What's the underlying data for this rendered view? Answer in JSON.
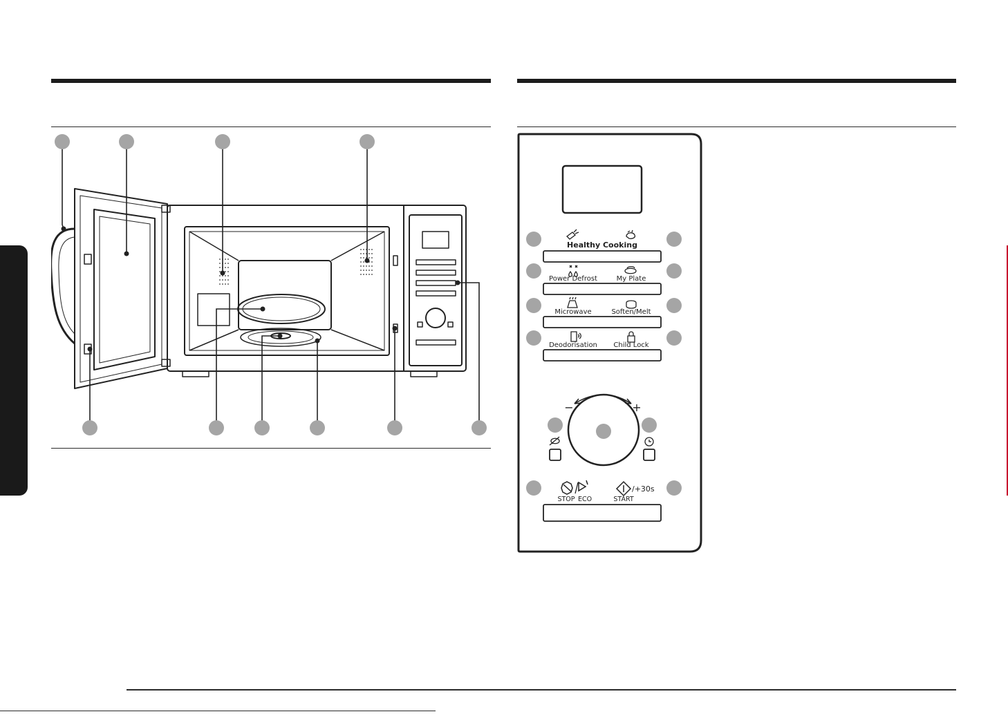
{
  "control_panel": {
    "buttons": {
      "healthy_cooking": "Healthy Cooking",
      "power_defrost": "Power Defrost",
      "my_plate": "My Plate",
      "microwave": "Microwave",
      "soften_melt": "Soften/Melt",
      "deodorisation": "Deodorisation",
      "child_lock": "Child Lock",
      "stop": "STOP",
      "eco": "ECO",
      "start": "START",
      "plus30": "/+30s"
    },
    "dial": {
      "minus": "−",
      "plus": "+"
    }
  },
  "colors": {
    "callout_bubble": "#a5a5a5",
    "rule": "#1c1c1c",
    "accent": "#c8102e"
  }
}
